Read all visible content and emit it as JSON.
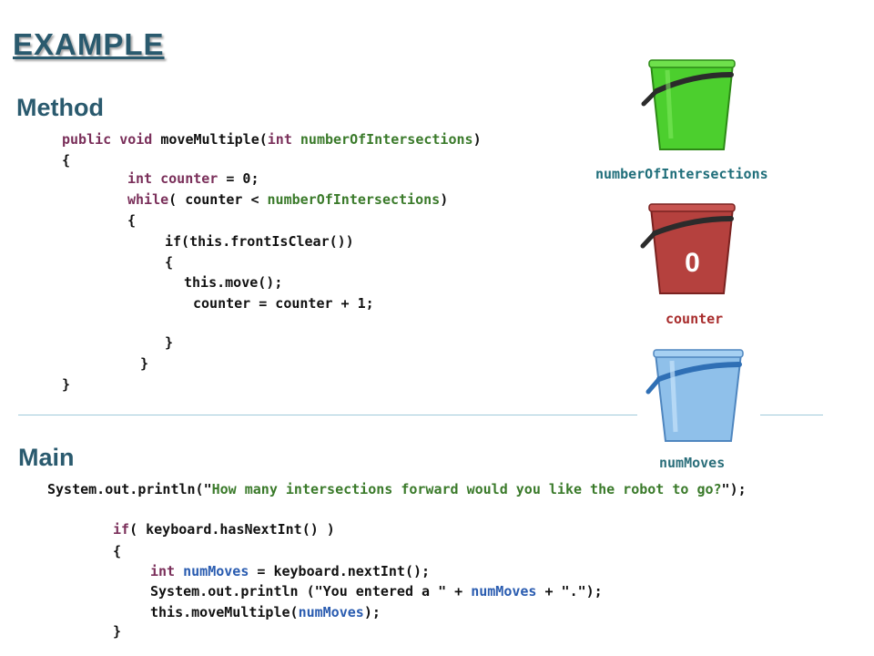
{
  "title": "EXAMPLE",
  "method_heading": "Method",
  "main_heading": "Main",
  "method_code": {
    "signature": {
      "kw1": "public",
      "kw2": "void",
      "name": "moveMultiple(",
      "kw3": "int",
      "param": "numberOfIntersections",
      "close": ")"
    },
    "open_brace": "{",
    "decl": {
      "kw": "int",
      "var": "counter",
      "rest": " = 0;"
    },
    "while_line": {
      "kw": "while",
      "p1": "( counter < ",
      "var": "numberOfIntersections",
      "p2": ")"
    },
    "while_open": "{",
    "if_line": "if(this.frontIsClear())",
    "if_open": "{",
    "move": "this.move();",
    "increment": "counter = counter + 1;",
    "if_close": "}",
    "while_close": "}",
    "method_close": "}"
  },
  "main_code": {
    "println": {
      "p1": "System.out.println(\"",
      "str": "How many intersections forward would you like the robot to go?",
      "p2": "\");"
    },
    "if_line": {
      "kw": "if",
      "rest": "( keyboard.hasNextInt() )"
    },
    "open_brace": "{",
    "decl": {
      "kw": "int",
      "var": "numMoves",
      "rest": " = keyboard.nextInt();"
    },
    "println2": {
      "p1": "System.out.println (\"You entered a \" + ",
      "var": "numMoves",
      "p2": " + \".\");"
    },
    "call": {
      "p1": "this.moveMultiple(",
      "var": "numMoves",
      "p2": ");"
    },
    "close_brace": "}"
  },
  "buckets": [
    {
      "label": "numberOfIntersections",
      "value": "",
      "color": "#4ccf2e"
    },
    {
      "label": "counter",
      "value": "0",
      "color": "#b5413e"
    },
    {
      "label": "numMoves",
      "value": "",
      "color": "#8fc0ea"
    }
  ],
  "colors": {
    "heading": "#2a5a6e",
    "keyword": "#7a2f5a",
    "variable": "#3a7a2a",
    "numMoves_var": "#2a5cb0",
    "divider": "#9fc9da"
  }
}
